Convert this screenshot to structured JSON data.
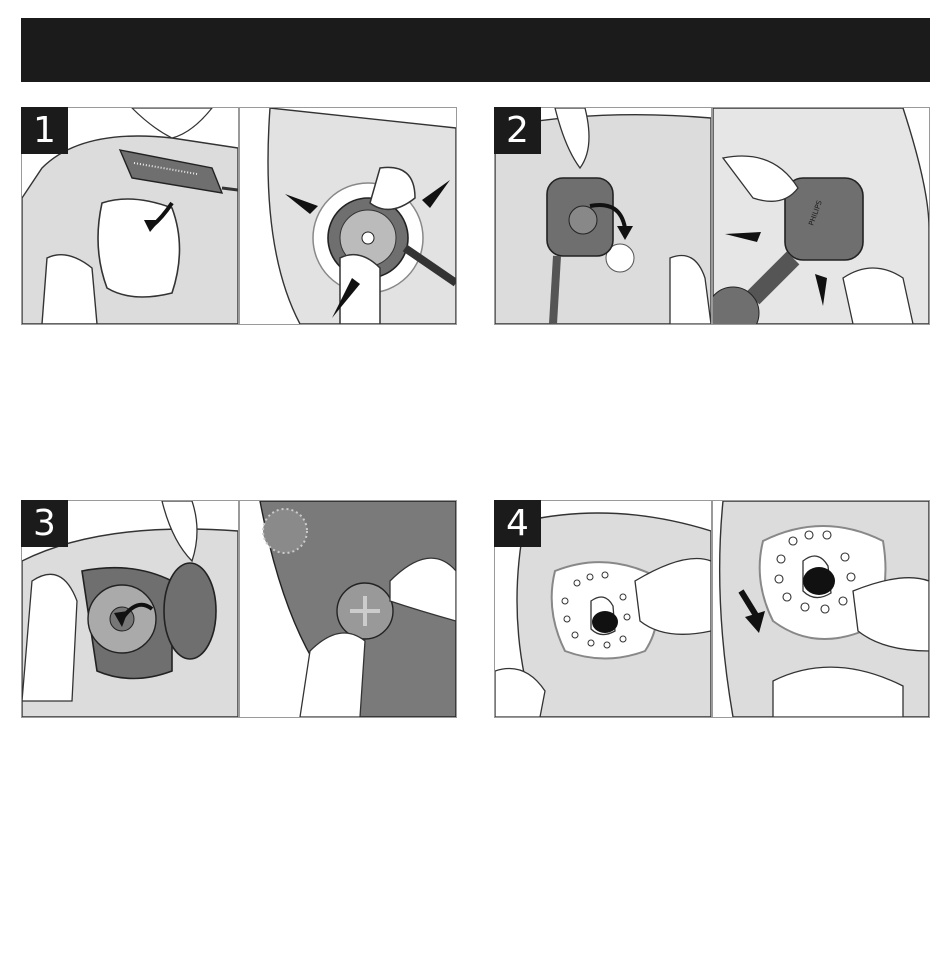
{
  "steps": [
    {
      "number": "1"
    },
    {
      "number": "2"
    },
    {
      "number": "3"
    },
    {
      "number": "4"
    }
  ],
  "illustration": {
    "brand_mark": "PHILIPS"
  },
  "colors": {
    "banner": "#1b1b1b",
    "part_fill": "#6f6f6f",
    "panel_shade": "#d9d9d9",
    "outline": "#333333",
    "frame": "#9a9a9a"
  },
  "icons": [
    "arrow-icon",
    "hand-icon",
    "shaving-head-icon",
    "retaining-frame-icon",
    "holder-icon"
  ]
}
